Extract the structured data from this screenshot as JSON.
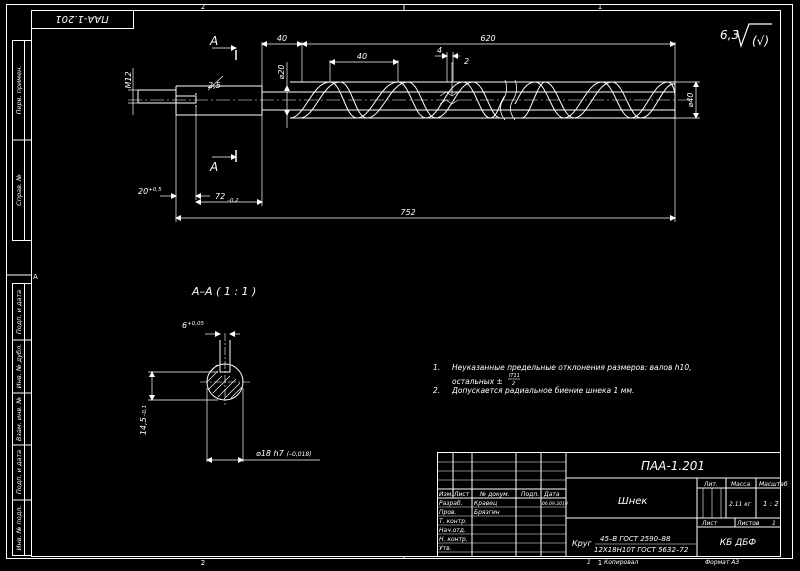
{
  "sheet": {
    "zones_top": [
      "2",
      "1"
    ],
    "zones_bottom": [
      "2",
      "1"
    ],
    "zone_left": "A",
    "upside_designation": "ПАА-1.201",
    "roughness_value": "6,3",
    "roughness_suffix": "(√)"
  },
  "left_strip": {
    "labels": [
      "Перв. примен.",
      "Справ. №",
      "Подп. и дата",
      "Инв. № дубл.",
      "Взам. инв. №",
      "Подп. и дата",
      "Инв. № подл."
    ]
  },
  "main_view": {
    "section_mark": "A",
    "dims": {
      "d40_left": "40",
      "d620": "620",
      "d40_pitch": "40",
      "d4": "4",
      "d2": "2",
      "thread": "M12",
      "chamfer": "2,5",
      "dia20": "⌀20",
      "dia40": "⌀40",
      "len20": "20",
      "len20_tol": "+0,5",
      "len72": "72",
      "len72_tol": "–0,2",
      "len752": "752"
    }
  },
  "section_view": {
    "title": "А–А ( 1 : 1 )",
    "key_width": "6",
    "key_width_tol": "+0,05",
    "depth": "14,5",
    "depth_tol": "–0,1",
    "diameter": "⌀18 h7",
    "diameter_tol": "(–0,018)"
  },
  "notes": {
    "n1_num": "1.",
    "n1_line1": "Неуказанные предельные отклонения размеров: валов h10,",
    "n1_line2": "остальных ±",
    "n1_frac_top": "IT11",
    "n1_frac_bottom": "2",
    "n2_num": "2.",
    "n2_text": "Допускается радиальное биение шнека 1 мм."
  },
  "title_block": {
    "designation": "ПАА-1.201",
    "name": "Шнек",
    "col_izm": "Изм.",
    "col_list": "Лист",
    "col_doc": "№ докум.",
    "col_sign": "Подп.",
    "col_date": "Дата",
    "row_razrab": "Разраб.",
    "row_prov": "Пров.",
    "row_tkontr": "Т. контр.",
    "row_nach": "Нач.отд.",
    "row_nkontr": "Н. контр.",
    "row_utv": "Утв.",
    "razrab_name": "Кравец",
    "razrab_date": "06.09.2019",
    "prov_name": "Брязгин",
    "material_prefix": "Круг",
    "material_top": "45–В ГОСТ 2590–88",
    "material_bottom": "12Х18Н10Т ГОСТ 5632–72",
    "lit_label": "Лит.",
    "mass_label": "Масса",
    "scale_label": "Масштаб",
    "mass_value": "2.11 кг",
    "scale_value": "1 : 2",
    "sheet_label": "Лист",
    "sheets_label": "Листов",
    "sheets_value": "1",
    "org": "КБ ДБФ",
    "copied_num": "1",
    "copied": "Копировал",
    "format": "Формат А3"
  }
}
